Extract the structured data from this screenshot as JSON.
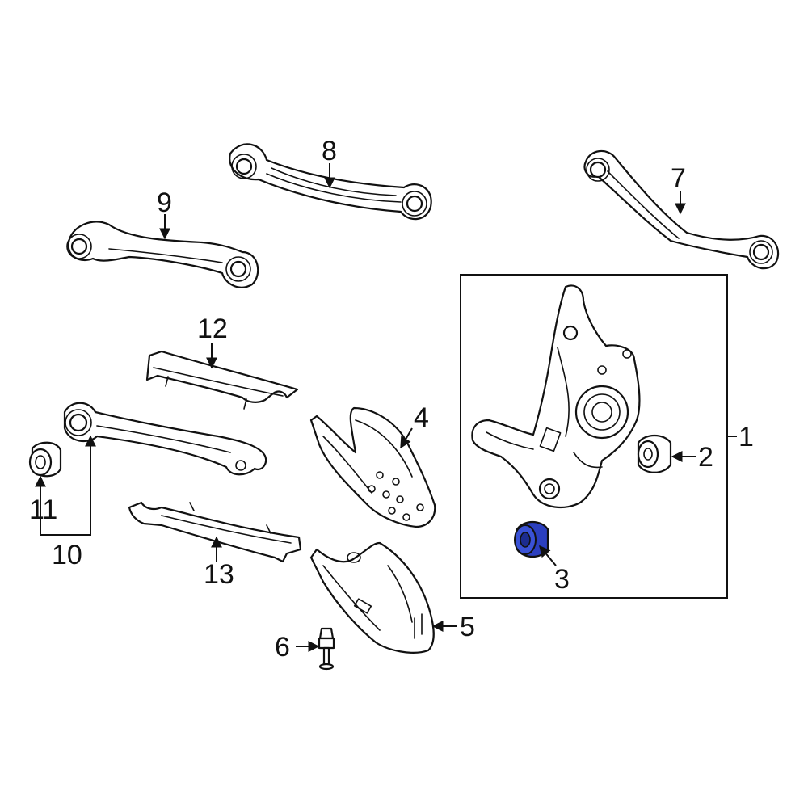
{
  "callouts": {
    "c1": "1",
    "c2": "2",
    "c3": "3",
    "c4": "4",
    "c5": "5",
    "c6": "6",
    "c7": "7",
    "c8": "8",
    "c9": "9",
    "c10": "10",
    "c11": "11",
    "c12": "12",
    "c13": "13"
  },
  "colors": {
    "line": "#111111",
    "background": "#ffffff",
    "highlight": "#2b3fbf"
  },
  "highlighted_part": "3"
}
